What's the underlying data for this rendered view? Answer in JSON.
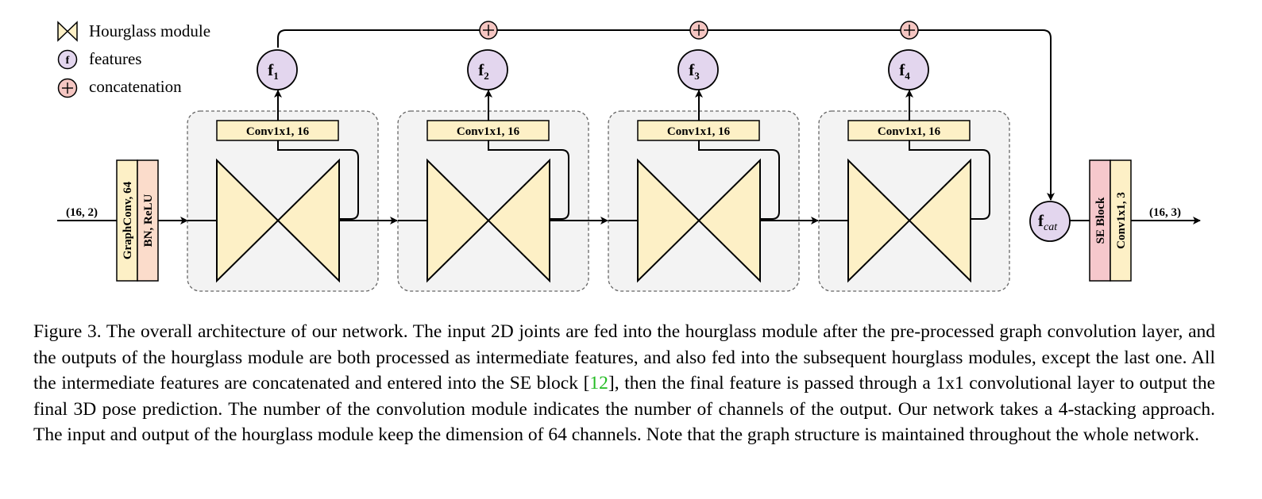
{
  "legend": {
    "hourglass": "Hourglass module",
    "features_symbol": "f",
    "features": "features",
    "concatenation": "concatenation"
  },
  "input_label": "(16, 2)",
  "output_label": "(16, 3)",
  "graphconv_block": {
    "left": "GraphConv, 64",
    "right": "BN, ReLU"
  },
  "stacks": [
    {
      "conv": "Conv1x1, 16",
      "feature": "f",
      "sub": "1"
    },
    {
      "conv": "Conv1x1, 16",
      "feature": "f",
      "sub": "2"
    },
    {
      "conv": "Conv1x1, 16",
      "feature": "f",
      "sub": "3"
    },
    {
      "conv": "Conv1x1, 16",
      "feature": "f",
      "sub": "4"
    }
  ],
  "fcat": {
    "base": "f",
    "sub": "cat"
  },
  "output_block": {
    "left": "SE Block",
    "right": "Conv1x1, 3"
  },
  "colors": {
    "hourglass_fill": "#fdf0c6",
    "feature_fill": "#e3d6ee",
    "concat_fill": "#f5c6c2",
    "bn_fill": "#fbdccb",
    "se_fill": "#f6c8cc",
    "panel_fill": "#f3f3f3"
  },
  "caption": {
    "part1": "Figure 3. The overall architecture of our network.  The input 2D joints are fed into the hourglass module after the pre-processed graph convolution layer, and the outputs of the hourglass module are both processed as intermediate features, and also fed into the subsequent hourglass modules, except the last one.  All the intermediate features are concatenated and entered into the SE block [",
    "cite": "12",
    "part2": "], then the final feature is passed through a 1x1 convolutional layer to output the final 3D pose prediction. The number of the convolution module indicates the number of channels of the output.  Our network takes a 4-stacking approach.  The input and output of the hourglass module keep the dimension of 64 channels. Note that the graph structure is maintained throughout the whole network."
  }
}
